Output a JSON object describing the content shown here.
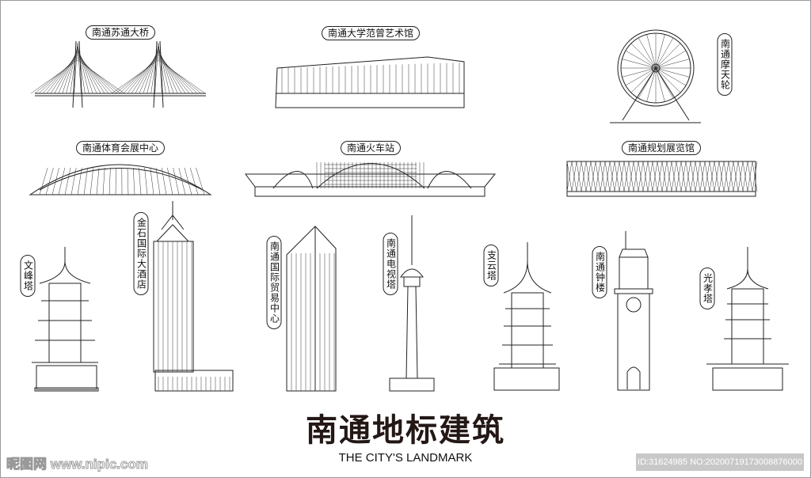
{
  "title": "南通地标建筑",
  "subtitle": "THE CITY'S LANDMARK",
  "watermark": "昵图网 www.nipic.com",
  "image_id": "ID:31624985 NO:20200719173008876000",
  "landmarks": {
    "sutong_bridge": "南通苏通大桥",
    "art_museum": "南通大学范曾艺术馆",
    "ferris_wheel": "南通摩天轮",
    "sports_center": "南通体育会展中心",
    "train_station": "南通火车站",
    "planning_hall": "南通规划展览馆",
    "wenfeng_pagoda": "文峰塔",
    "jinshi_hotel": "金石国际大酒店",
    "trade_center": "南通国际贸易中心",
    "tv_tower": "南通电视塔",
    "zhiyun_pagoda": "支云塔",
    "clock_tower": "南通钟楼",
    "guangxiao_pagoda": "光孝塔"
  }
}
